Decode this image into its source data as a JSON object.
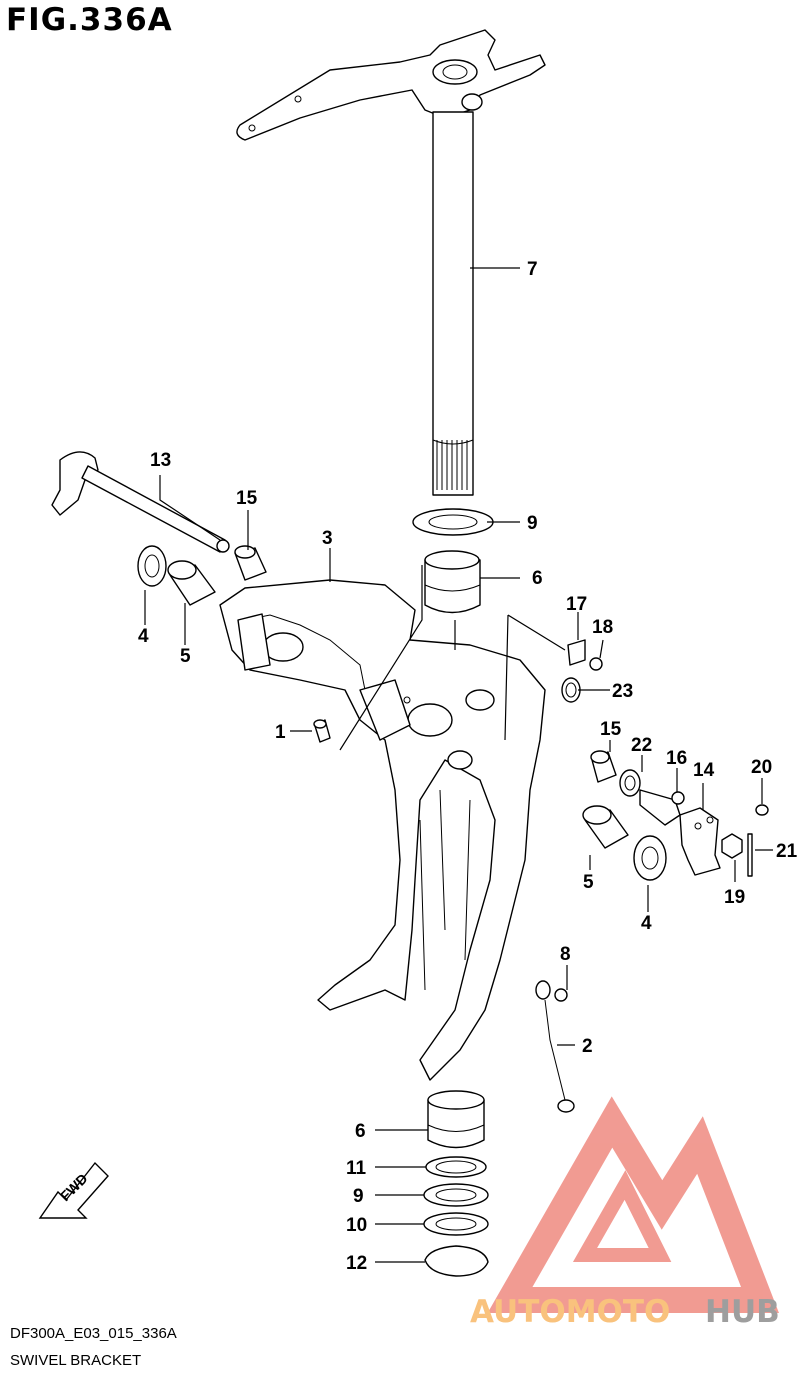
{
  "figure": {
    "title": "FIG.336A",
    "code": "DF300A_E03_015_336A",
    "name": "SWIVEL BRACKET"
  },
  "fwd_label": "FWD",
  "watermark": {
    "text_red": "AUTOMOTO",
    "text_gray": "HUB",
    "color_orange": "#f9c27d",
    "color_gray": "#9e9e9e",
    "logo_color": "#ef8a80"
  },
  "callouts": {
    "c1": "1",
    "c2": "2",
    "c3": "3",
    "c4a": "4",
    "c4b": "4",
    "c5a": "5",
    "c5b": "5",
    "c6a": "6",
    "c6b": "6",
    "c7": "7",
    "c8": "8",
    "c9a": "9",
    "c9b": "9",
    "c10": "10",
    "c11": "11",
    "c12": "12",
    "c13": "13",
    "c14": "14",
    "c15a": "15",
    "c15b": "15",
    "c16": "16",
    "c17": "17",
    "c18": "18",
    "c19": "19",
    "c20": "20",
    "c21": "21",
    "c22": "22",
    "c23": "23"
  }
}
